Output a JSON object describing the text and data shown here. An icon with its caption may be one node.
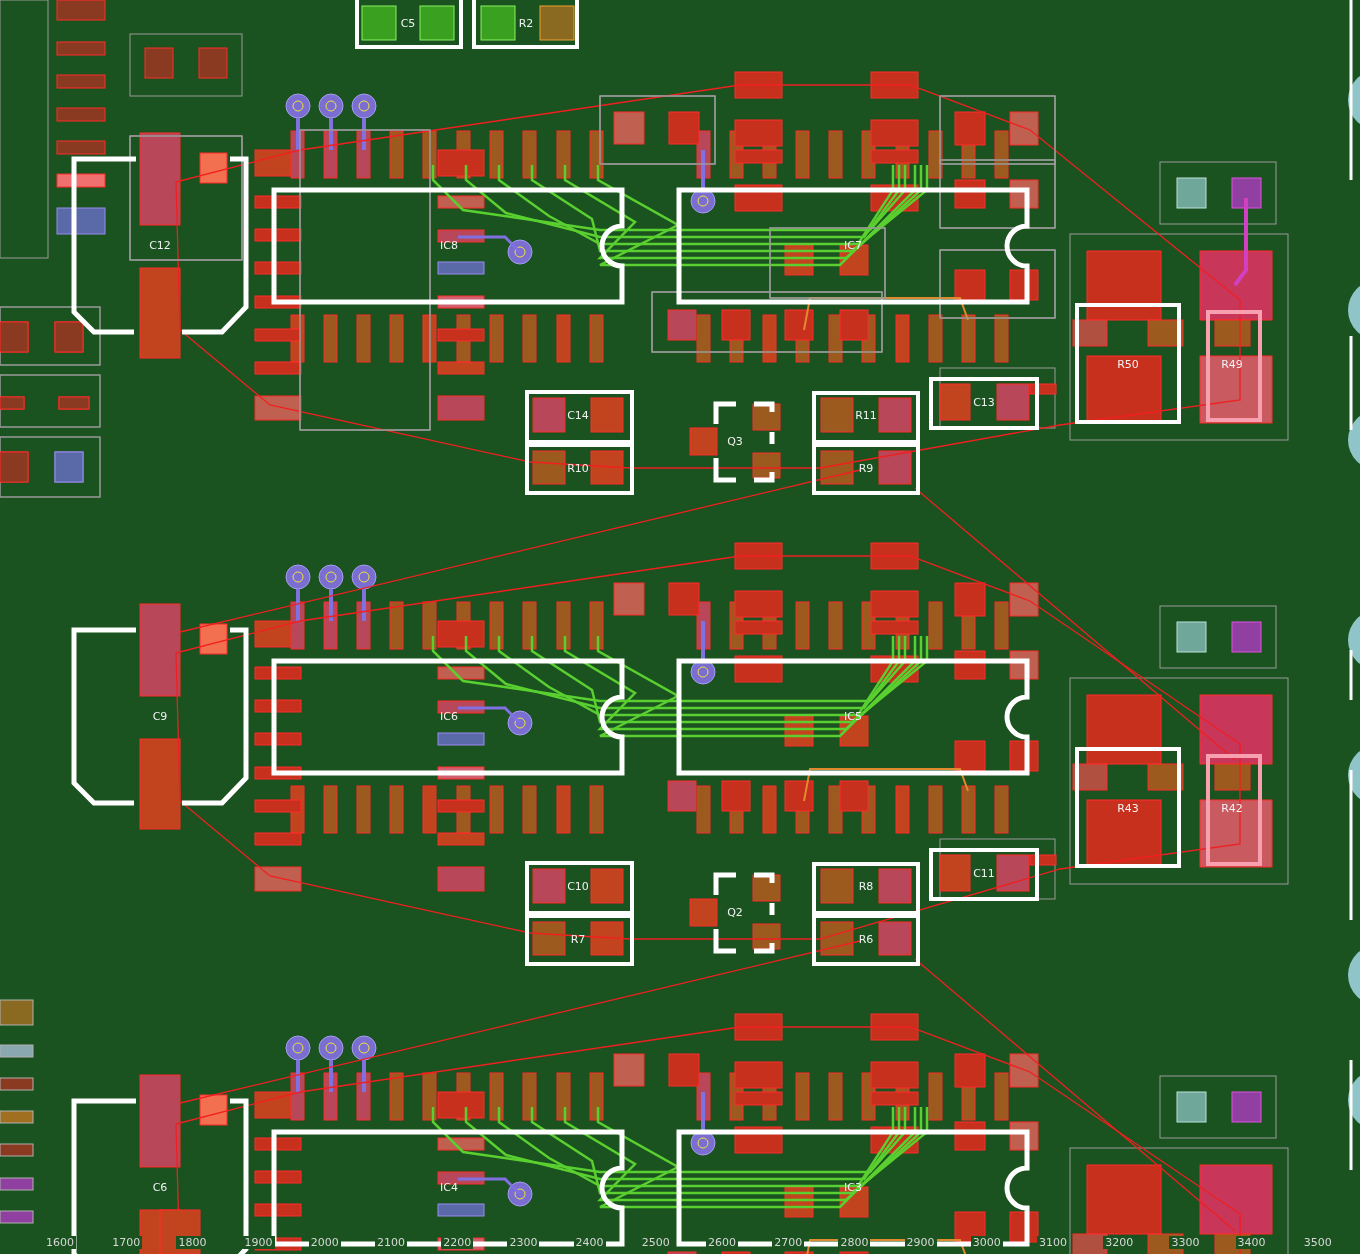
{
  "diagram": {
    "nodes": [
      {
        "text": [
          "C5"
        ]
      },
      {
        "text": [
          "R2"
        ]
      },
      {
        "text": [
          "C12"
        ]
      },
      {
        "text": [
          "IC8"
        ]
      },
      {
        "text": [
          "IC7"
        ]
      },
      {
        "text": [
          "R50"
        ]
      },
      {
        "text": [
          "R49"
        ]
      },
      {
        "text": [
          "C13"
        ]
      },
      {
        "text": [
          "C14"
        ]
      },
      {
        "text": [
          "R11"
        ]
      },
      {
        "text": [
          "Q3"
        ]
      },
      {
        "text": [
          "R10"
        ]
      },
      {
        "text": [
          "R9"
        ]
      },
      {
        "text": [
          "C9"
        ]
      },
      {
        "text": [
          "IC6"
        ]
      },
      {
        "text": [
          "IC5"
        ]
      },
      {
        "text": [
          "R43"
        ]
      },
      {
        "text": [
          "R42"
        ]
      },
      {
        "text": [
          "C10"
        ]
      },
      {
        "text": [
          "R8"
        ]
      },
      {
        "text": [
          "C11"
        ]
      },
      {
        "text": [
          "Q2"
        ]
      },
      {
        "text": [
          "R7"
        ]
      },
      {
        "text": [
          "R6"
        ]
      },
      {
        "text": [
          "C6"
        ]
      },
      {
        "text": [
          "IC4"
        ]
      },
      {
        "text": [
          "IC3"
        ]
      }
    ],
    "labels": [
      "1600",
      "1700",
      "1800",
      "1900",
      "2000",
      "2100",
      "2200",
      "2300",
      "2400",
      "2500",
      "2600",
      "2700",
      "2800",
      "2900",
      "3000",
      "3100",
      "3200",
      "3300",
      "3400",
      "3500"
    ]
  }
}
